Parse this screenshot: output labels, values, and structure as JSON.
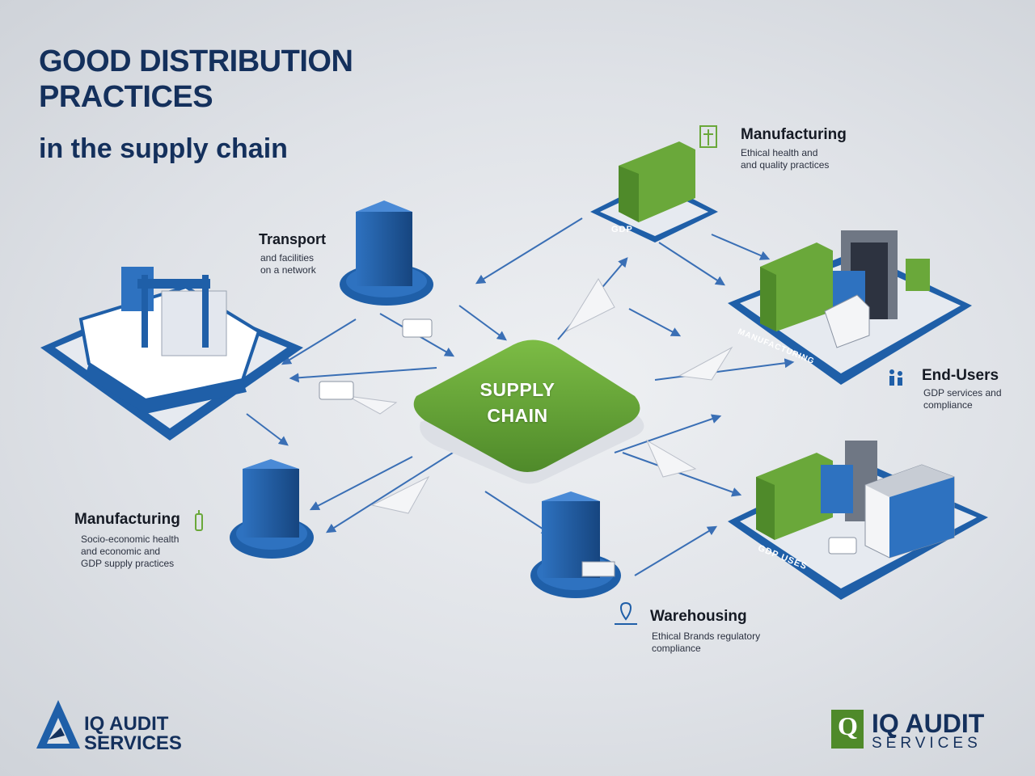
{
  "header": {
    "title_line1": "GOOD DISTRIBUTION",
    "title_line2": "PRACTICES",
    "subtitle": "in the supply chain"
  },
  "hub": {
    "line1": "SUPPLY",
    "line2": "CHAIN",
    "color": "#6aa83a"
  },
  "nodes": {
    "transport": {
      "label": "Transport",
      "desc1": "and facilities",
      "desc2": "on a network"
    },
    "manufacturing_top": {
      "label": "Manufacturing",
      "desc1": "Ethical health and",
      "desc2": "and quality practices",
      "icon": "scale-icon"
    },
    "end_users": {
      "label": "End-Users",
      "desc1": "GDP services and",
      "desc2": "compliance",
      "icon": "people-icon"
    },
    "manufacturing_left": {
      "label": "Manufacturing",
      "desc1": "Socio-economic health",
      "desc2": "and economic and",
      "desc3": "GDP supply practices",
      "icon": "bottle-icon"
    },
    "warehousing": {
      "label": "Warehousing",
      "desc1": "Ethical Brands regulatory",
      "desc2": "compliance",
      "icon": "location-icon"
    }
  },
  "platform_tags": {
    "top_right": "GDP",
    "mid_right": "MANUFACTURING",
    "bottom_right": "GDP USES"
  },
  "branding": {
    "left_logo": {
      "line1": "IQ AUDIT",
      "line2": "SERVICES"
    },
    "right_logo": {
      "letter": "Q",
      "line1": "IQ AUDIT",
      "line2": "SERVICES"
    }
  },
  "colors": {
    "navy": "#14305c",
    "blue": "#1f5fa8",
    "green": "#6aa83a",
    "arrow": "#3a6fb5"
  }
}
